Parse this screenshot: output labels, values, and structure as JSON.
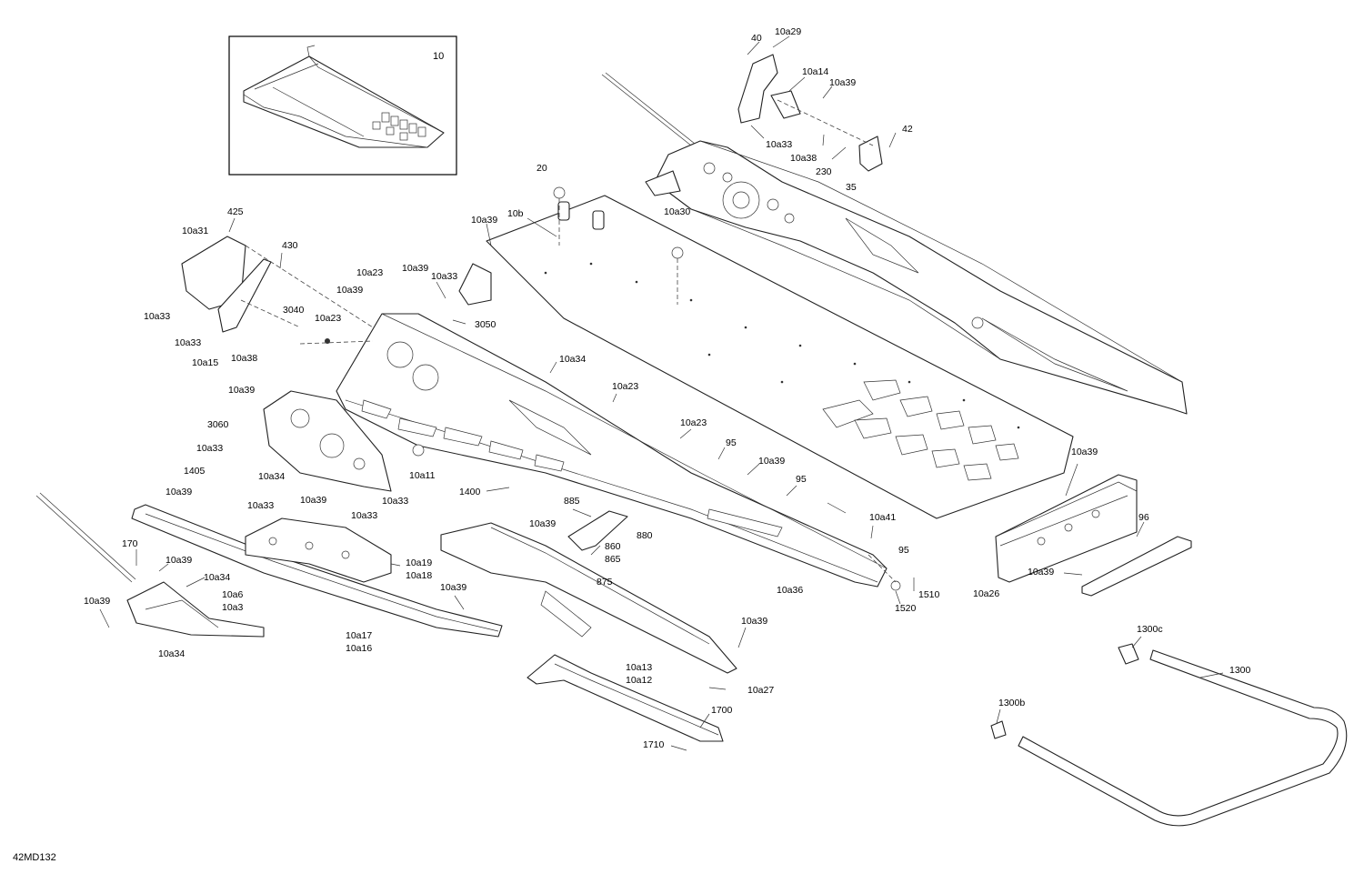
{
  "diagram": {
    "inset_label": "10",
    "figure_code": "42MD132",
    "labels": {
      "l_40": "40",
      "l_10a29": "10a29",
      "l_10a14": "10a14",
      "l_10a39_top": "10a39",
      "l_10a33_top": "10a33",
      "l_10a38_top": "10a38",
      "l_42": "42",
      "l_230": "230",
      "l_35": "35",
      "l_20": "20",
      "l_10a39_a": "10a39",
      "l_10b": "10b",
      "l_10a30": "10a30",
      "l_425": "425",
      "l_10a31": "10a31",
      "l_430": "430",
      "l_10a33_b": "10a33",
      "l_10a33_c": "10a33",
      "l_10a15": "10a15",
      "l_10a38_b": "10a38",
      "l_10a23_a": "10a23",
      "l_10a39_b": "10a39",
      "l_10a39_c": "10a39",
      "l_10a33_d": "10a33",
      "l_3040": "3040",
      "l_10a23_b": "10a23",
      "l_3050": "3050",
      "l_10a34_a": "10a34",
      "l_10a23_c": "10a23",
      "l_10a39_d": "10a39",
      "l_3060": "3060",
      "l_10a33_e": "10a33",
      "l_1405": "1405",
      "l_10a34_b": "10a34",
      "l_10a11": "10a11",
      "l_10a23_d": "10a23",
      "l_95_a": "95",
      "l_10a39_e": "10a39",
      "l_95_b": "95",
      "l_1400": "1400",
      "l_10a33_f": "10a33",
      "l_10a39_f": "10a39",
      "l_10a33_g": "10a33",
      "l_10a39_g": "10a39",
      "l_10a33_h": "10a33",
      "l_885": "885",
      "l_880": "880",
      "l_860": "860",
      "l_865": "865",
      "l_875": "875",
      "l_10a39_h": "10a39",
      "l_10a41": "10a41",
      "l_95_c": "95",
      "l_10a39_i": "10a39",
      "l_96": "96",
      "l_10a39_j": "10a39",
      "l_10a26": "10a26",
      "l_170": "170",
      "l_10a39_k": "10a39",
      "l_10a19": "10a19",
      "l_10a18": "10a18",
      "l_10a39_l": "10a39",
      "l_10a34_c": "10a34",
      "l_10a6": "10a6",
      "l_10a3": "10a3",
      "l_10a39_m": "10a39",
      "l_10a34_d": "10a34",
      "l_10a17": "10a17",
      "l_10a16": "10a16",
      "l_10a36": "10a36",
      "l_1520": "1520",
      "l_1510": "1510",
      "l_10a39_n": "10a39",
      "l_10a13": "10a13",
      "l_10a12": "10a12",
      "l_10a27": "10a27",
      "l_1700": "1700",
      "l_1710": "1710",
      "l_1300c": "1300c",
      "l_1300": "1300",
      "l_1300b": "1300b"
    }
  }
}
